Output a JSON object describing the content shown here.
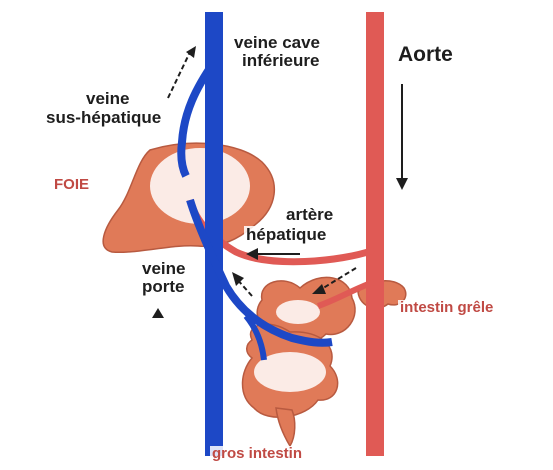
{
  "labels": {
    "veine_cave_line1": "veine cave",
    "veine_cave_line2": "inférieure",
    "aorte": "Aorte",
    "veine_sus_hep_line1": "veine",
    "veine_sus_hep_line2": "sus-hépatique",
    "foie": "FOIE",
    "artere_hep_line1": "artère",
    "artere_hep_line2": "hépatique",
    "veine_porte_line1": "veine",
    "veine_porte_line2": "porte",
    "intestin_grele": "intestin grêle",
    "gros_intestin": "gros intestin"
  },
  "colors": {
    "vein_blue": "#1d48c6",
    "artery_red": "#e05a55",
    "organ_red": "#e07a58",
    "label_red": "#c04a44",
    "label_dark": "#1e1e1e"
  }
}
